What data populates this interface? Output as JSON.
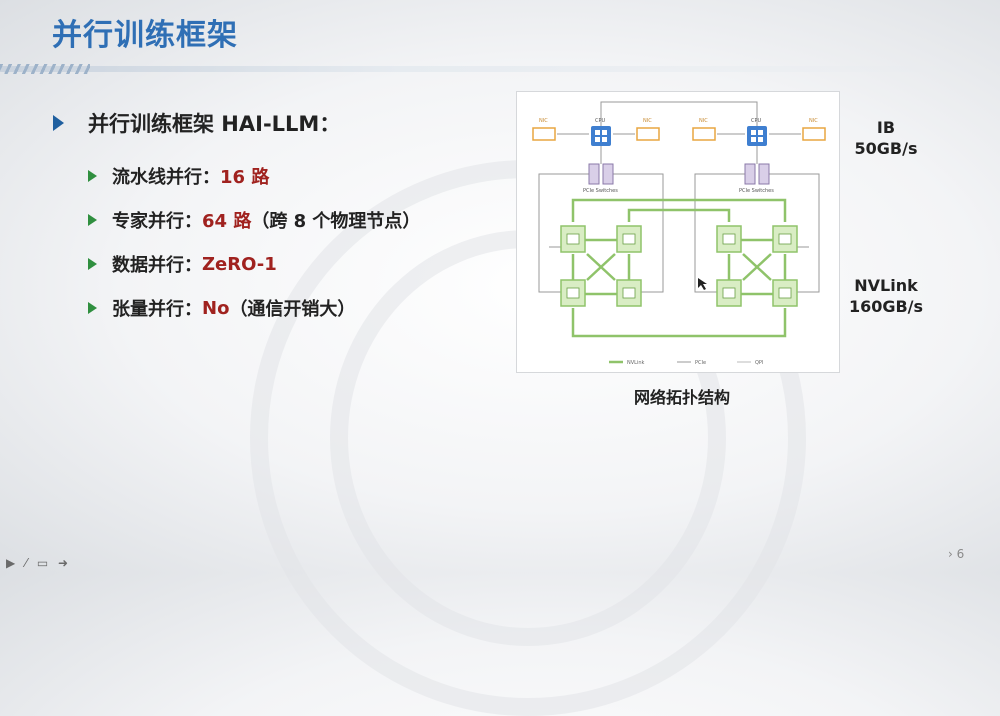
{
  "slide": {
    "title": "并行训练框架",
    "main_bullet": "并行训练框架 HAI-LLM：",
    "items": [
      {
        "label": "流水线并行：",
        "value": "16 路",
        "note": ""
      },
      {
        "label": "专家并行：",
        "value": "64 路",
        "note": "（跨 8 个物理节点）"
      },
      {
        "label": "数据并行：",
        "value": "ZeRO-1",
        "note": ""
      },
      {
        "label": "张量并行：",
        "value": "No",
        "note": "（通信开销大）"
      }
    ],
    "diagram_caption": "网络拓扑结构",
    "ib_label": "IB",
    "ib_speed": "50GB/s",
    "nvlink_label": "NVLink",
    "nvlink_speed": "160GB/s",
    "page_number": "6",
    "footer_tools": "▶ ⁄ ▭ ➜"
  },
  "diagram": {
    "cpu_label": "CPU",
    "nic_label": "NIC",
    "switch_label": "PCIe Switches",
    "legend": [
      "NVLink",
      "PCIe",
      "QPI"
    ],
    "colors": {
      "nvlink": "#8fc36a",
      "pcie": "#9a9a9a",
      "cpu": "#3f7fd0",
      "nic": "#e8a640",
      "switch": "#b6a6cf",
      "gpu": "#a9d47b"
    }
  }
}
